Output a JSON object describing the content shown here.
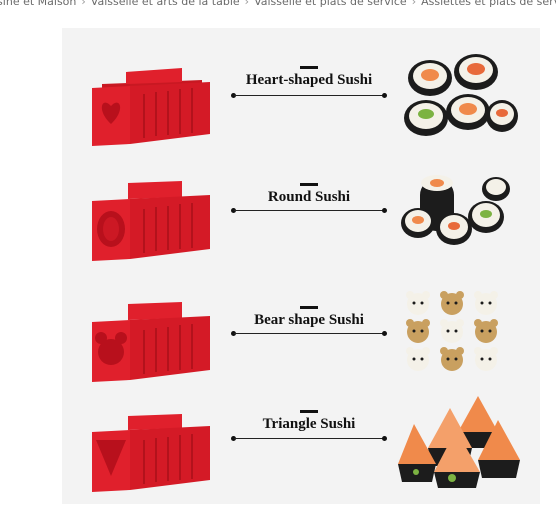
{
  "breadcrumb": {
    "items": [
      "isine et Maison",
      "Vaisselle et arts de la table",
      "Vaisselle et plats de service",
      "Assiettes et plats de servic"
    ],
    "separator": "›"
  },
  "product_image": {
    "rows": [
      {
        "label": "Heart-shaped Sushi",
        "shape": "heart-mold-icon",
        "food": "sushi-rolls-icon"
      },
      {
        "label": "Round Sushi",
        "shape": "round-mold-icon",
        "food": "round-sushi-icon"
      },
      {
        "label": "Bear shape Sushi",
        "shape": "bear-mold-icon",
        "food": "bear-sushi-icon"
      },
      {
        "label": "Triangle Sushi",
        "shape": "triangle-mold-icon",
        "food": "triangle-sushi-icon"
      }
    ],
    "colors": {
      "mold_red": "#e0202c",
      "mold_dark": "#b8101c",
      "nori": "#1c1c1c",
      "rice": "#f4f1e8",
      "salmon": "#f08a4b",
      "background": "#f3f3f3"
    }
  }
}
